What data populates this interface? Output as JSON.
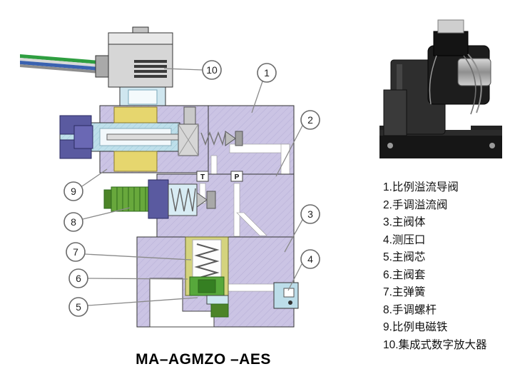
{
  "title": "MA–AGMZO –AES",
  "ports": {
    "t": "T",
    "p": "P"
  },
  "callouts": [
    {
      "num": "1"
    },
    {
      "num": "2"
    },
    {
      "num": "3"
    },
    {
      "num": "4"
    },
    {
      "num": "5"
    },
    {
      "num": "6"
    },
    {
      "num": "7"
    },
    {
      "num": "8"
    },
    {
      "num": "9"
    },
    {
      "num": "10"
    }
  ],
  "legend": {
    "items": [
      "1.比例溢流导阀",
      "2.手调溢流阀",
      "3.主阀体",
      "4.测压口",
      "5.主阀芯",
      "6.主阀套",
      "7.主弹簧",
      "8.手调螺杆",
      "9.比例电磁铁",
      "10.集成式数字放大器"
    ]
  },
  "colors": {
    "valve_body_lavender": "#cbc4e4",
    "coil_yellow": "#e6d66e",
    "tube_blue": "#bedfea",
    "spool_green": "#57a83b",
    "armature_blue": "#5a5aa0",
    "outline": "#333333"
  }
}
